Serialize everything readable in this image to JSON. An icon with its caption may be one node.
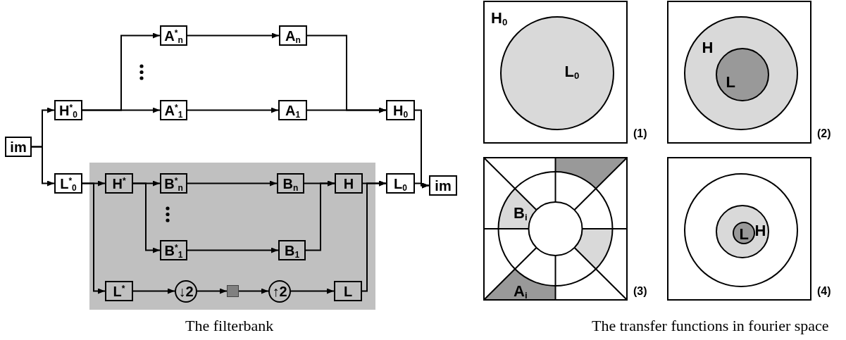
{
  "diagram": {
    "nodes": [
      {
        "text": [
          "im"
        ]
      },
      {
        "text": [
          "H$^{*}$$_{0}$"
        ]
      },
      {
        "text": [
          "A$^{*}$$_{n}$"
        ]
      },
      {
        "text": [
          "A$_{n}$"
        ]
      },
      {
        "text": [
          "A$^{*}$$_{1}$"
        ]
      },
      {
        "text": [
          "A$_{1}$"
        ]
      },
      {
        "text": [
          "H$_{0}$"
        ]
      },
      {
        "text": [
          "im"
        ]
      },
      {
        "text": [
          "L$^{*}$$_{0}$"
        ]
      },
      {
        "text": [],
        "shape": "box"
      },
      {
        "text": [
          "H$^{*}$"
        ],
        "in": 9
      },
      {
        "text": [
          "B$^{*}$$_{n}$"
        ],
        "in": 9
      },
      {
        "text": [
          "B$_{n}$"
        ],
        "in": 9
      },
      {
        "text": [
          "H"
        ],
        "in": 9
      },
      {
        "text": [
          "L$_{0}$"
        ]
      },
      {
        "text": [
          "B$^{*}$$_{1}$"
        ],
        "in": 9
      },
      {
        "text": [
          "B$_{1}$"
        ],
        "in": 9
      },
      {
        "text": [
          "L$^{*}$"
        ],
        "in": 9
      },
      {
        "text": [
          "↓2"
        ],
        "in": 9
      },
      {
        "text": [],
        "shape": "box",
        "in": 9
      },
      {
        "text": [
          "↑2"
        ],
        "in": 9
      },
      {
        "text": [
          "L"
        ],
        "in": 9
      },
      {
        "text": [
          "H$_{0}$"
        ],
        "beside": [
          "(1)"
        ]
      },
      {
        "text": [
          "L$_{0}$"
        ],
        "in": 22
      },
      {
        "text": [],
        "shape": "box",
        "beside": [
          "(2)"
        ]
      },
      {
        "text": [
          "H"
        ],
        "in": 24
      },
      {
        "text": [
          "L"
        ],
        "in": 25
      },
      {
        "text": [
          "B$_{i}$",
          "A$_{i}$"
        ],
        "beside": [
          "(3)"
        ]
      },
      {
        "text": [],
        "shape": "box",
        "beside": [
          "(4)"
        ]
      },
      {
        "text": [],
        "shape": "circle",
        "in": 28
      },
      {
        "text": [
          "H"
        ],
        "in": 29
      },
      {
        "text": [
          "L"
        ],
        "in": 30
      }
    ],
    "edges": [
      {
        "from": 0,
        "to": 1,
        "arrow": "to"
      },
      {
        "from": 0,
        "to": 8,
        "arrow": "to"
      },
      {
        "from": 1,
        "to": 2,
        "arrow": "to"
      },
      {
        "from": 1,
        "to": 4,
        "arrow": "to"
      },
      {
        "from": 2,
        "to": 3,
        "arrow": "to"
      },
      {
        "from": 4,
        "to": 5,
        "arrow": "to"
      },
      {
        "from": 3,
        "to": 6,
        "arrow": "to"
      },
      {
        "from": 5,
        "to": 6,
        "arrow": "to"
      },
      {
        "from": 6,
        "to": 7,
        "arrow": "to"
      },
      {
        "from": 14,
        "to": 7,
        "arrow": "to"
      },
      {
        "from": 8,
        "to": 10,
        "arrow": "to"
      },
      {
        "from": 8,
        "to": 17,
        "arrow": "to"
      },
      {
        "from": 10,
        "to": 11,
        "arrow": "to"
      },
      {
        "from": 10,
        "to": 15,
        "arrow": "to"
      },
      {
        "from": 11,
        "to": 12,
        "arrow": "to"
      },
      {
        "from": 15,
        "to": 16,
        "arrow": "to"
      },
      {
        "from": 12,
        "to": 13,
        "arrow": "to"
      },
      {
        "from": 16,
        "to": 13,
        "arrow": "to"
      },
      {
        "from": 13,
        "to": 14,
        "arrow": "to"
      },
      {
        "from": 21,
        "to": 14,
        "arrow": "to"
      },
      {
        "from": 17,
        "to": 18,
        "arrow": "to"
      },
      {
        "from": 18,
        "to": 19,
        "arrow": "to"
      },
      {
        "from": 19,
        "to": 20,
        "arrow": "to"
      },
      {
        "from": 20,
        "to": 21,
        "arrow": "to"
      }
    ],
    "labels": [
      "The filterbank",
      "The transfer functions in fourier space"
    ]
  }
}
